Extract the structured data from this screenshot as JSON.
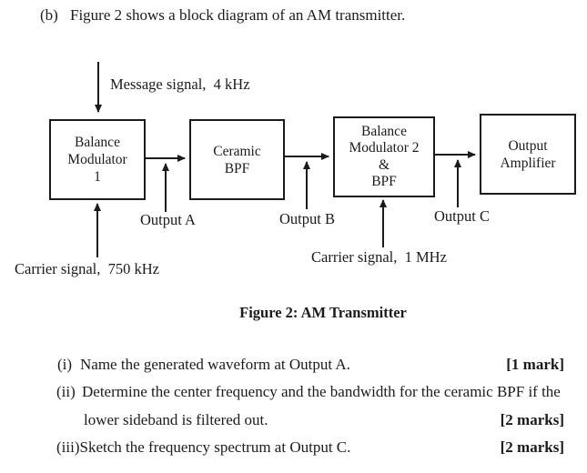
{
  "header": {
    "item_label": "(b)",
    "text": "Figure 2 shows a block diagram of an AM transmitter."
  },
  "diagram": {
    "blocks": [
      {
        "name": "balance-modulator-1",
        "lines": [
          "Balance",
          "Modulator",
          "1"
        ]
      },
      {
        "name": "ceramic-bpf",
        "lines": [
          "Ceramic",
          "BPF"
        ]
      },
      {
        "name": "balance-modulator-2-bpf",
        "lines": [
          "Balance",
          "Modulator 2",
          "&",
          "BPF"
        ]
      },
      {
        "name": "output-amplifier",
        "lines": [
          "Output",
          "Amplifier"
        ]
      }
    ],
    "labels": {
      "message_signal": "Message signal,  4 kHz",
      "output_a": "Output A",
      "output_b": "Output B",
      "output_c": "Output C",
      "carrier_750": "Carrier signal,  750 kHz",
      "carrier_1mhz": "Carrier signal,  1 MHz"
    },
    "caption": "Figure 2: AM Transmitter"
  },
  "questions": {
    "q1": {
      "number": "(i)",
      "text": "Name the generated waveform at Output A.",
      "marks": "[1 mark]"
    },
    "q2": {
      "number": "(ii)",
      "text": "Determine the center frequency and the bandwidth for the ceramic BPF if the",
      "text_cont": "lower sideband is filtered out.",
      "marks": "[2 marks]"
    },
    "q3": {
      "number": "(iii)",
      "text": "Sketch the frequency spectrum at Output C.",
      "marks": "[2 marks]"
    }
  },
  "colors": {
    "ink": "#1b1b1b",
    "background": "#ffffff"
  }
}
